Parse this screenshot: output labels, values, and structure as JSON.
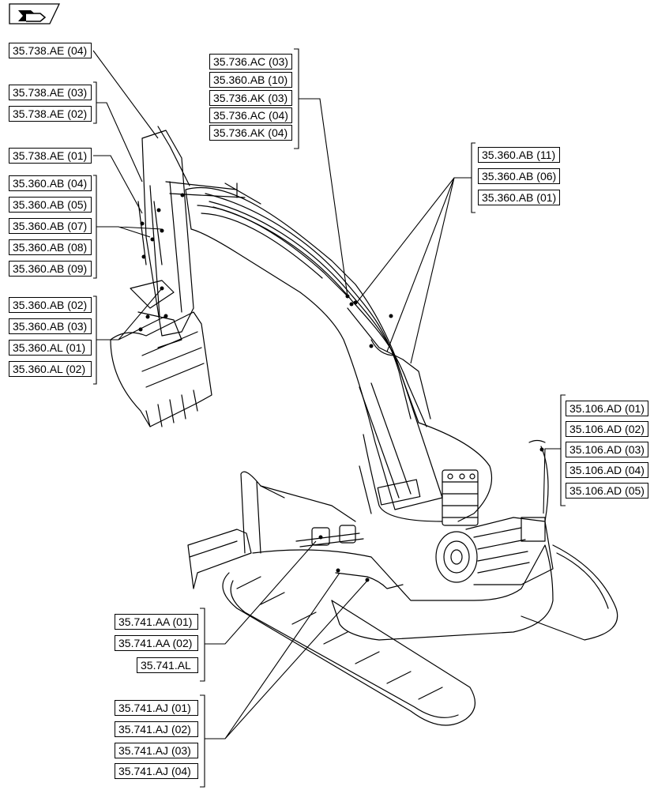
{
  "navigation": {
    "icon": "prev-page-arrow-icon"
  },
  "labels": {
    "top_left": [
      "35.738.AE (04)"
    ],
    "left_g1": [
      "35.738.AE (03)",
      "35.738.AE (02)"
    ],
    "left_g2": [
      "35.738.AE (01)"
    ],
    "left_g3": [
      "35.360.AB (04)",
      "35.360.AB (05)",
      "35.360.AB (07)",
      "35.360.AB (08)",
      "35.360.AB (09)"
    ],
    "left_g4": [
      "35.360.AB (02)",
      "35.360.AB (03)",
      "35.360.AL (01)",
      "35.360.AL (02)"
    ],
    "top_center": [
      "35.736.AC (03)",
      "35.360.AB (10)",
      "35.736.AK (03)",
      "35.736.AC (04)",
      "35.736.AK (04)"
    ],
    "right_upper": [
      "35.360.AB (11)",
      "35.360.AB (06)",
      "35.360.AB (01)"
    ],
    "right_lower": [
      "35.106.AD (01)",
      "35.106.AD (02)",
      "35.106.AD (03)",
      "35.106.AD (04)",
      "35.106.AD (05)"
    ],
    "bottom_g1": [
      "35.741.AA (01)",
      "35.741.AA (02)",
      "35.741.AL"
    ],
    "bottom_g2": [
      "35.741.AJ (01)",
      "35.741.AJ (02)",
      "35.741.AJ (03)",
      "35.741.AJ (04)"
    ]
  },
  "colors": {
    "line": "#000000",
    "background": "#ffffff"
  }
}
